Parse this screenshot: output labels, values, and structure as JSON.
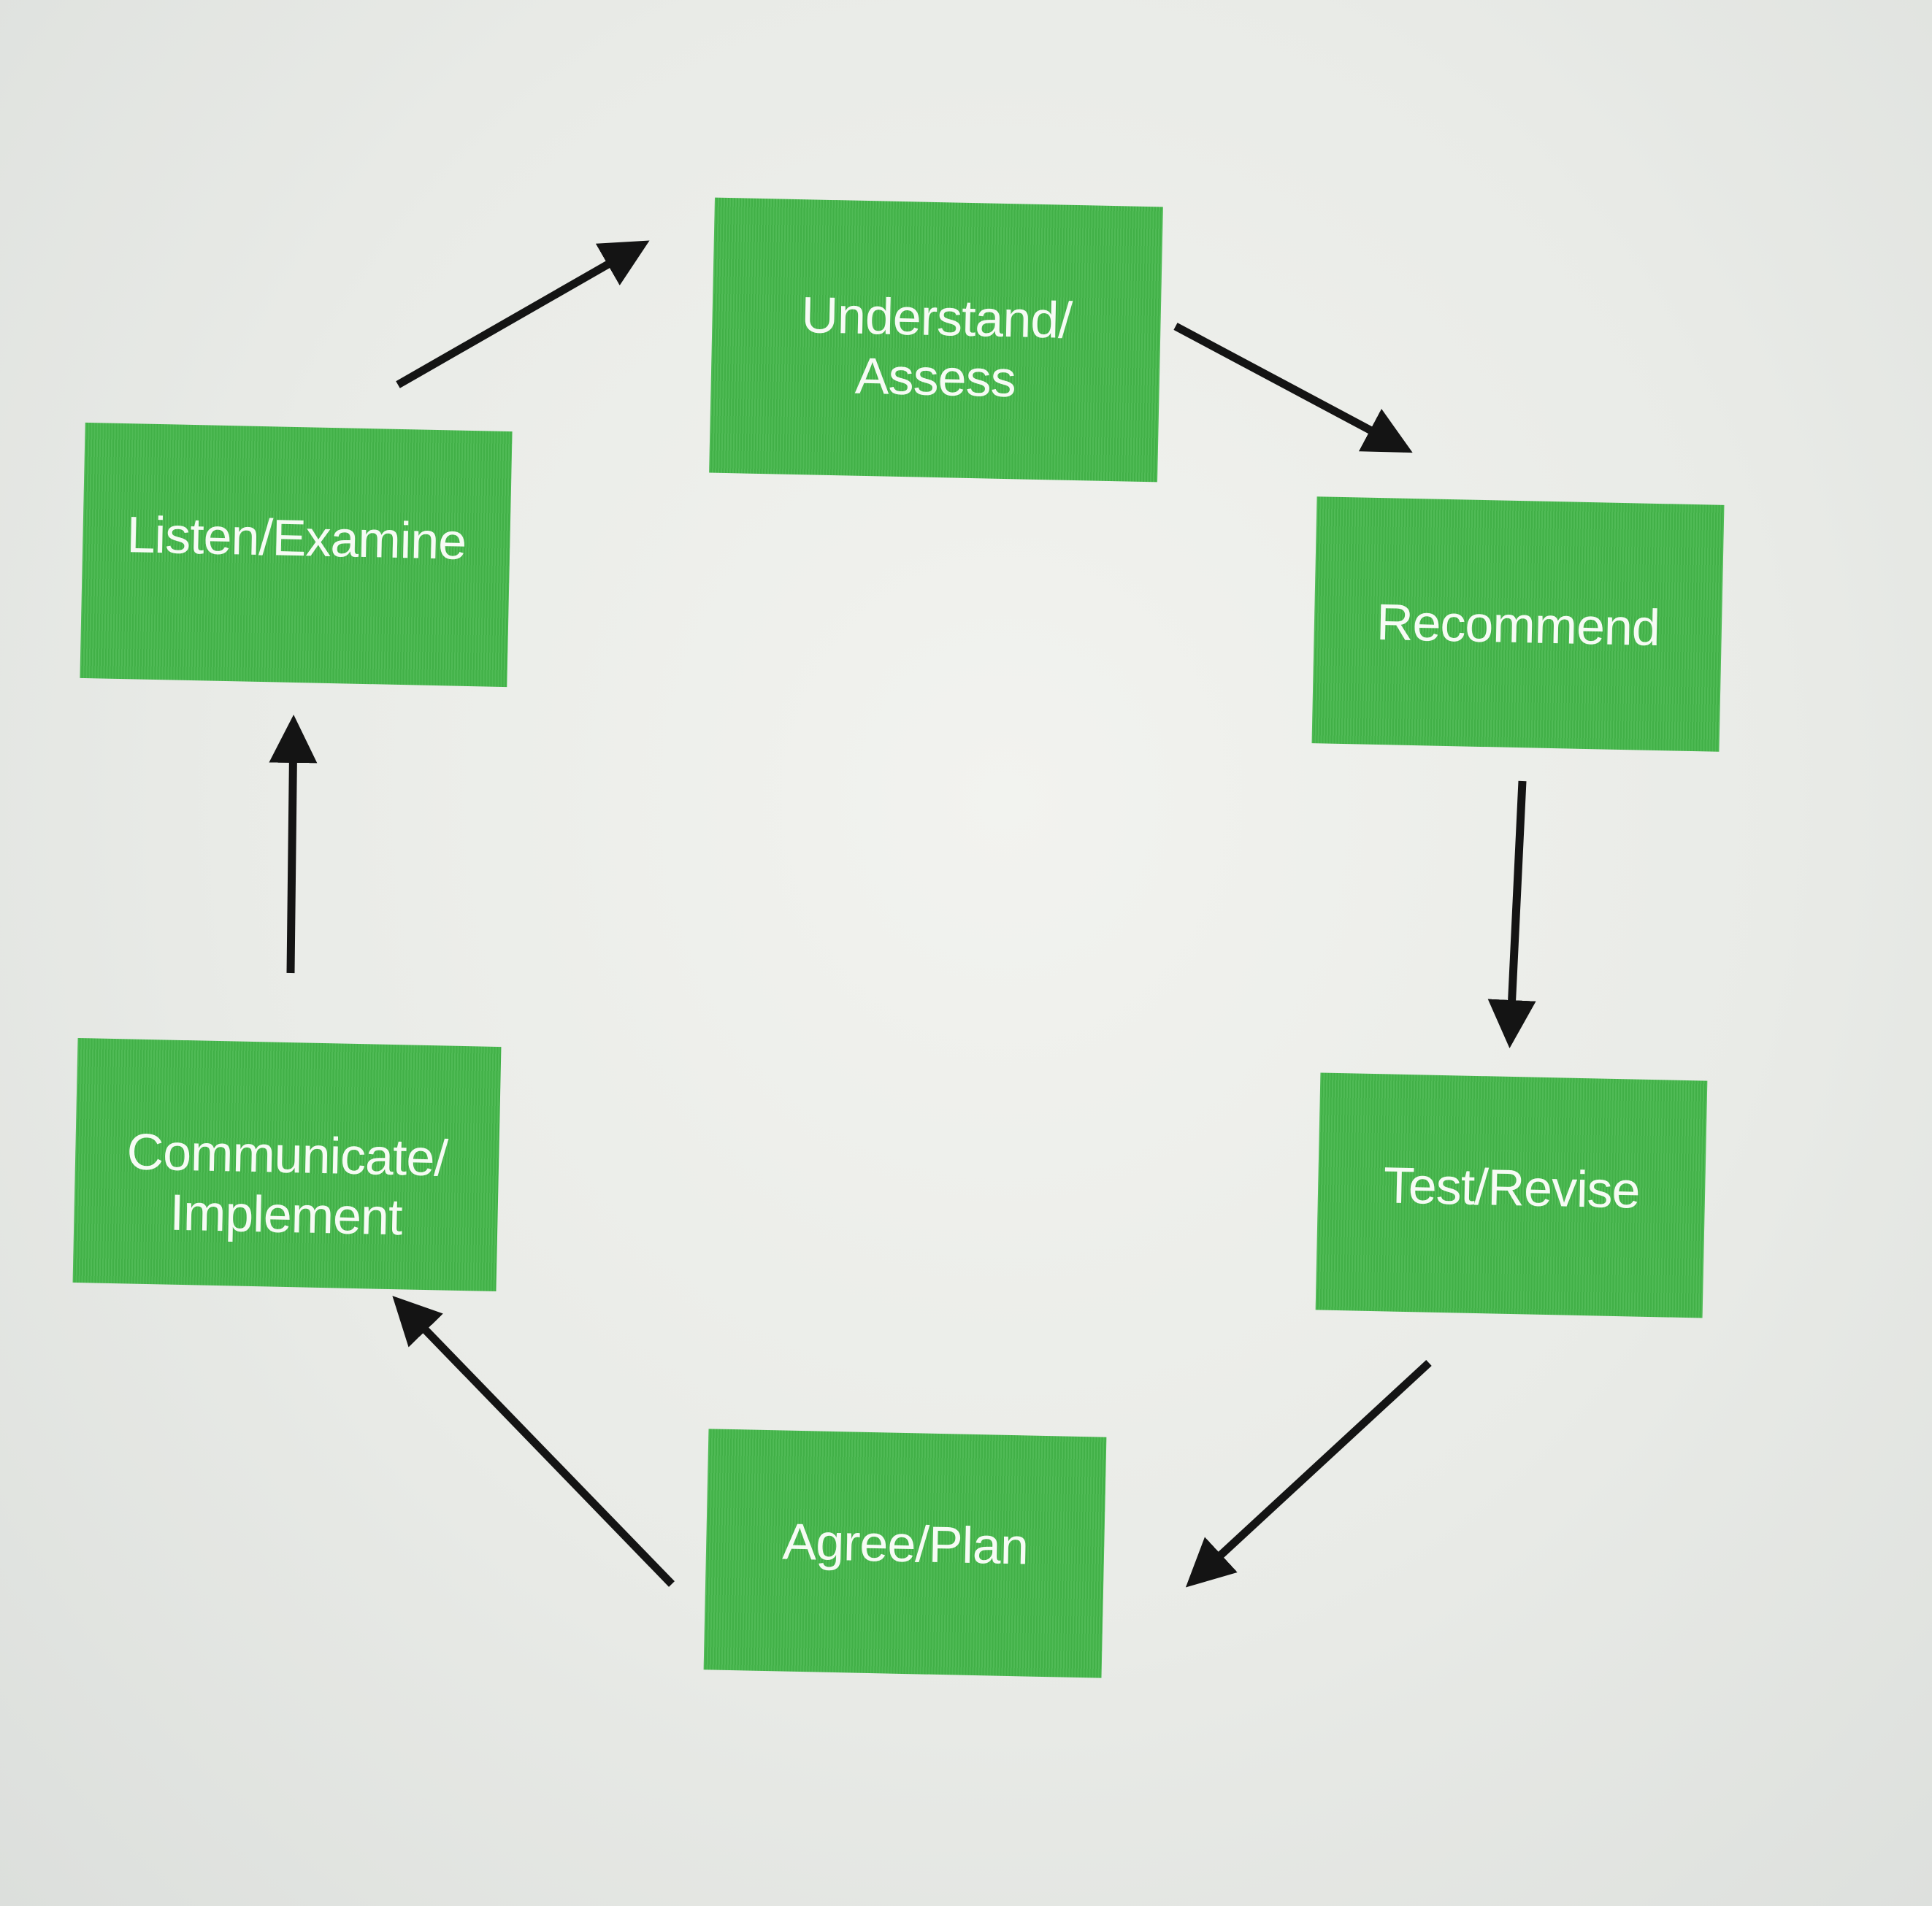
{
  "diagram": {
    "type": "cycle",
    "accent_color": "#43b649",
    "label_color": "#f6fbf4",
    "arrow_color": "#141414",
    "nodes": [
      {
        "id": "understand",
        "label": "Understand/\nAssess"
      },
      {
        "id": "recommend",
        "label": "Recommend"
      },
      {
        "id": "test",
        "label": "Test/Revise"
      },
      {
        "id": "agree",
        "label": "Agree/Plan"
      },
      {
        "id": "communicate",
        "label": "Communicate/\nImplement"
      },
      {
        "id": "listen",
        "label": "Listen/Examine"
      }
    ],
    "edges": [
      {
        "from": "listen",
        "to": "understand"
      },
      {
        "from": "understand",
        "to": "recommend"
      },
      {
        "from": "recommend",
        "to": "test"
      },
      {
        "from": "test",
        "to": "agree"
      },
      {
        "from": "agree",
        "to": "communicate"
      },
      {
        "from": "communicate",
        "to": "listen"
      }
    ]
  }
}
